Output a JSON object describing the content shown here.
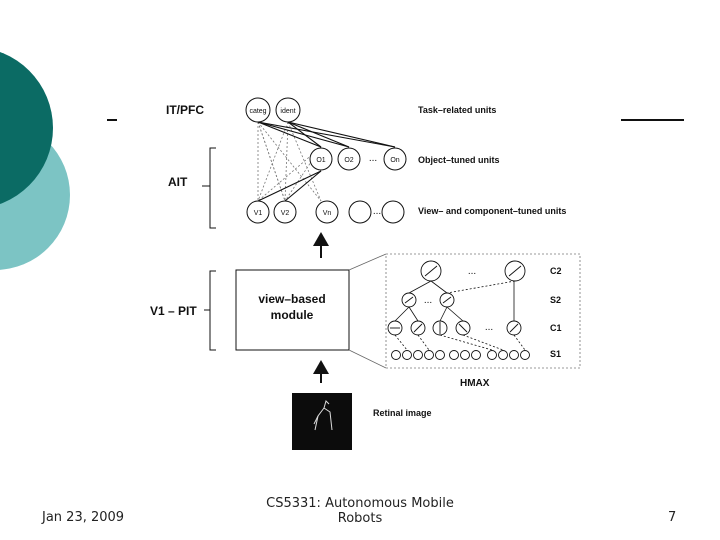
{
  "theme": {
    "accent_dark": "#0b6b64",
    "accent_light": "#7cc4c4"
  },
  "figure": {
    "levels": {
      "itpfc": "IT/PFC",
      "ait": "AIT",
      "v1pit": "V1 – PIT"
    },
    "unit_labels": {
      "task": "Task–related units",
      "object": "Object–tuned units",
      "view": "View– and component–tuned units"
    },
    "task_units": [
      "categ",
      "ident"
    ],
    "object_units": [
      "O1",
      "O2",
      "On"
    ],
    "view_units": [
      "V1",
      "V2",
      "Vn"
    ],
    "ellipsis": "...",
    "module_label": [
      "view–based",
      "module"
    ],
    "hmax_layers": [
      "C2",
      "S2",
      "C1",
      "S1"
    ],
    "hmax_label": "HMAX",
    "retinal_label": "Retinal image"
  },
  "footer": {
    "date": "Jan 23, 2009",
    "title": "CS5331: Autonomous Mobile Robots",
    "page": "7"
  }
}
